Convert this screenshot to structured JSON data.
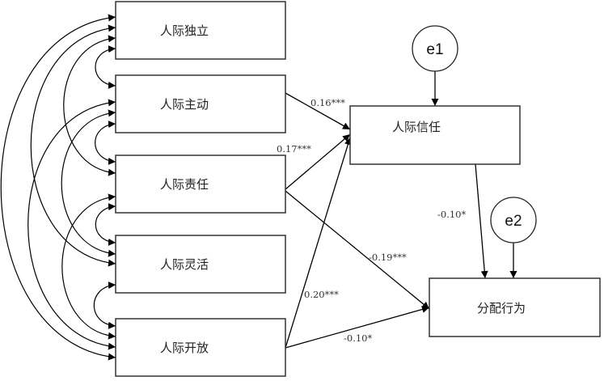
{
  "diagram": {
    "type": "structural-equation-path-diagram",
    "exogenous": [
      {
        "id": "independence",
        "label": "人际独立"
      },
      {
        "id": "initiative",
        "label": "人际主动"
      },
      {
        "id": "responsibility",
        "label": "人际责任"
      },
      {
        "id": "flexibility",
        "label": "人际灵活"
      },
      {
        "id": "openness",
        "label": "人际开放"
      }
    ],
    "mediator": {
      "id": "trust",
      "label": "人际信任"
    },
    "outcome": {
      "id": "allocation",
      "label": "分配行为"
    },
    "errors": [
      {
        "id": "e1",
        "label": "e1",
        "target": "trust"
      },
      {
        "id": "e2",
        "label": "e2",
        "target": "allocation"
      }
    ],
    "paths": [
      {
        "from": "initiative",
        "to": "trust",
        "coef": "0.16***"
      },
      {
        "from": "responsibility",
        "to": "trust",
        "coef": "0.17***"
      },
      {
        "from": "openness",
        "to": "trust",
        "coef": "0.20***"
      },
      {
        "from": "responsibility",
        "to": "allocation",
        "coef": "-0.19***"
      },
      {
        "from": "openness",
        "to": "allocation",
        "coef": "-0.10*"
      },
      {
        "from": "trust",
        "to": "allocation",
        "coef": "-0.10*"
      }
    ],
    "covariances": [
      [
        "independence",
        "initiative"
      ],
      [
        "independence",
        "responsibility"
      ],
      [
        "independence",
        "flexibility"
      ],
      [
        "independence",
        "openness"
      ],
      [
        "initiative",
        "responsibility"
      ],
      [
        "initiative",
        "flexibility"
      ],
      [
        "initiative",
        "openness"
      ],
      [
        "responsibility",
        "flexibility"
      ],
      [
        "responsibility",
        "openness"
      ],
      [
        "flexibility",
        "openness"
      ]
    ]
  }
}
